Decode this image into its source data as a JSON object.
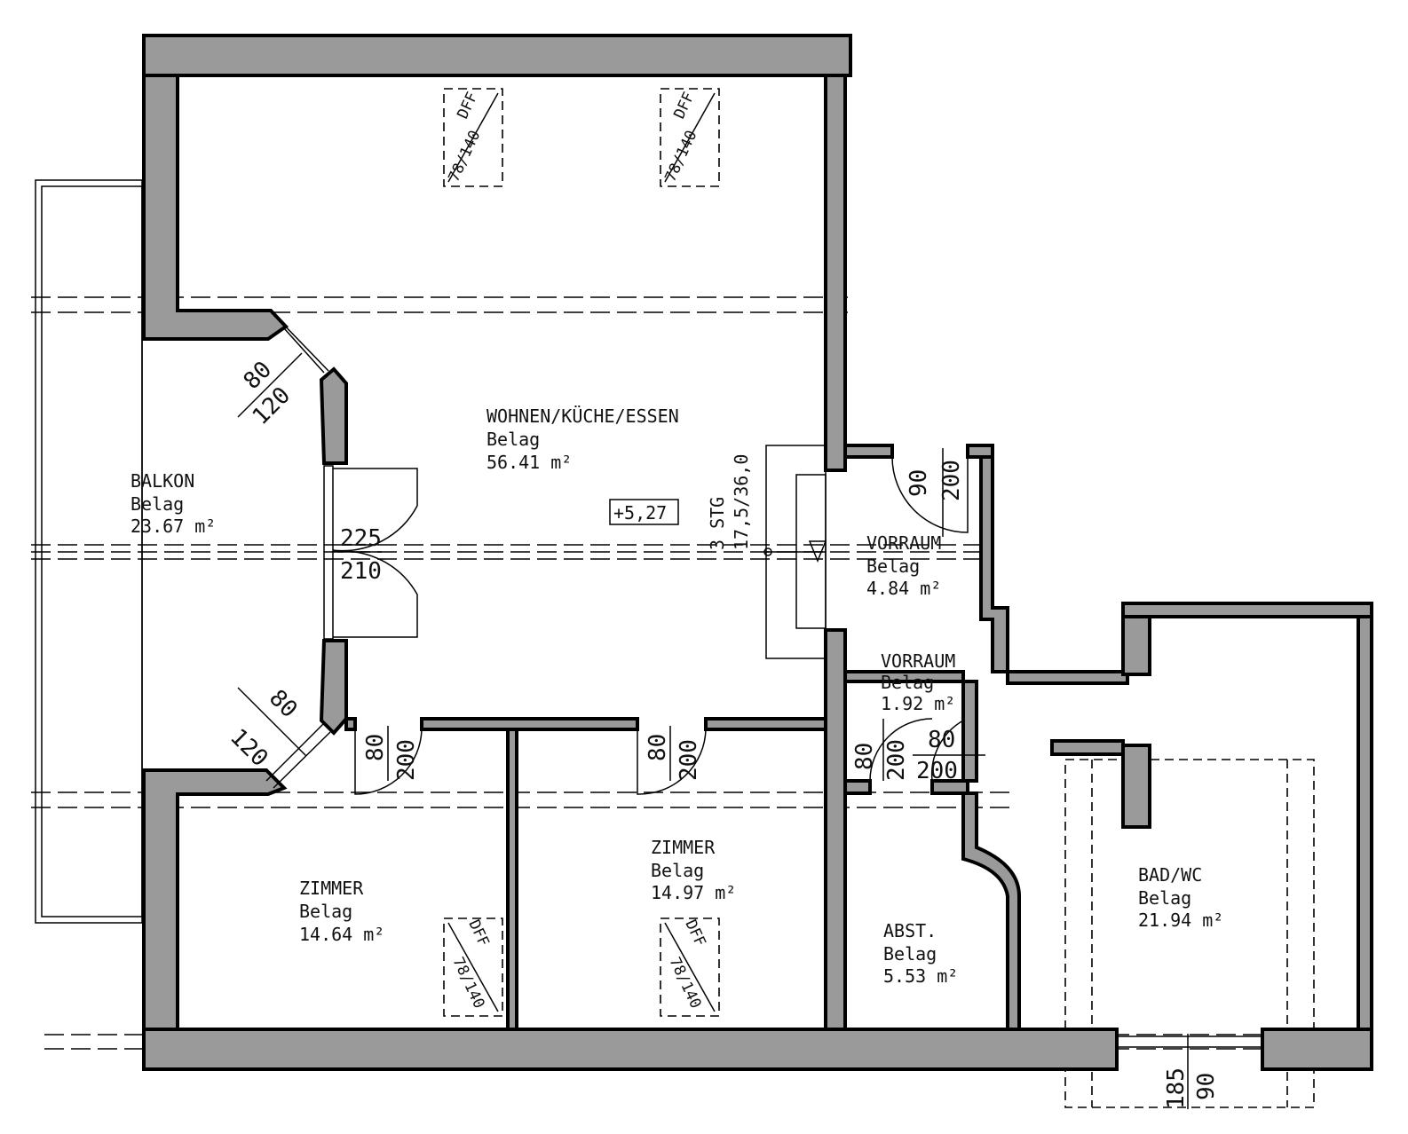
{
  "rooms": {
    "wohnen": {
      "name": "WOHNEN/KÜCHE/ESSEN",
      "floor": "Belag",
      "area": "56.41  m²"
    },
    "balkon": {
      "name": "BALKON",
      "floor": "Belag",
      "area": "23.67  m²"
    },
    "vorraum1": {
      "name": "VORRAUM",
      "floor": "Belag",
      "area": "4.84  m²"
    },
    "vorraum2": {
      "name": "VORRAUM",
      "floor": "Belag",
      "area": "1.92  m²"
    },
    "zimmer1": {
      "name": "ZIMMER",
      "floor": "Belag",
      "area": "14.64  m²"
    },
    "zimmer2": {
      "name": "ZIMMER",
      "floor": "Belag",
      "area": "14.97  m²"
    },
    "abst": {
      "name": "ABST.",
      "floor": "Belag",
      "area": "5.53  m²"
    },
    "bad": {
      "name": "BAD/WC",
      "floor": "Belag",
      "area": "21.94  m²"
    }
  },
  "level": "+5,27",
  "stairs": {
    "line1": "3 STG",
    "line2": "17,5/36,0"
  },
  "skylights": {
    "label": "DFF",
    "size": "78/140"
  },
  "dimensions": {
    "window_upper": {
      "w": "80",
      "h": "120"
    },
    "window_lower": {
      "w": "80",
      "h": "120"
    },
    "balcony_door": {
      "w": "225",
      "h": "210"
    },
    "door_vorraum": {
      "w": "90",
      "h": "200"
    },
    "door_zimmer1": {
      "w": "80",
      "h": "200"
    },
    "door_zimmer2": {
      "w": "80",
      "h": "200"
    },
    "door_abst": {
      "w": "80",
      "h": "200"
    },
    "door_vorraum2": {
      "w": "80",
      "h": "200"
    },
    "window_bad": {
      "w": "185",
      "h": "90"
    }
  }
}
